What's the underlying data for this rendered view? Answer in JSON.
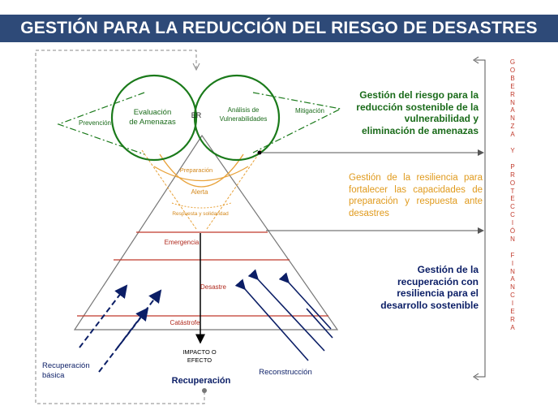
{
  "title": "GESTIÓN PARA LA REDUCCIÓN DEL RIESGO DE DESASTRES",
  "circles": {
    "left": "Evaluación\nde Amenazas",
    "center": "ER",
    "right": "Análisis de\nVulnerabilidades"
  },
  "wings": {
    "left": "Prevención",
    "right": "Mitigación"
  },
  "funnel": {
    "top": "Preparación",
    "middle": "Alerta",
    "bottom": "Respuesta y solidaridad"
  },
  "pyramid": {
    "emergencia": "Emergencia",
    "desastre": "Desastre",
    "catastrofe": "Catástrofe",
    "impacto": "IMPACTO O\nEFECTO"
  },
  "bottom": {
    "basica": "Recuperación\nbásica",
    "recuperacion": "Recuperación",
    "reconstruccion": "Reconstrucción"
  },
  "side": {
    "green": "Gestión del riesgo para la reducción sostenible de la vulnerabilidad y eliminación de amenazas",
    "orange": "Gestión de la resiliencia para fortalecer las capacidades de preparación y respuesta ante desastres",
    "navy": "Gestión de la recuperación con resiliencia para el desarrollo sostenible"
  },
  "vertical_label": [
    "G",
    "O",
    "B",
    "E",
    "R",
    "N",
    "A",
    "N",
    "Z",
    "A",
    "",
    "Y",
    "",
    "P",
    "R",
    "O",
    "T",
    "E",
    "C",
    "C",
    "I",
    "Ó",
    "N",
    "",
    "F",
    "I",
    "N",
    "A",
    "N",
    "C",
    "I",
    "E",
    "R",
    "A"
  ],
  "colors": {
    "title_bg": "#2e4a78",
    "green": "#1a7a1a",
    "orange": "#e8a23a",
    "navy": "#0b1e66",
    "red": "#c0392b"
  }
}
